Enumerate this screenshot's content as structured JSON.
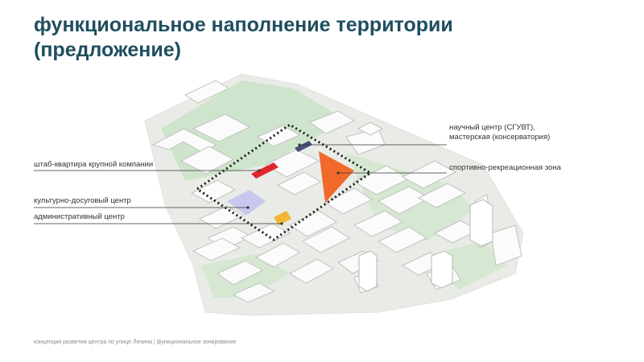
{
  "title": {
    "line1": "функциональное наполнение территории",
    "line2": "(предложение)"
  },
  "labels": {
    "science_center_line1": "научный центр (СГУВТ),",
    "science_center_line2": "мастерская (консерватория)",
    "sports_zone": "спортивно-рекреационная зона",
    "headquarters": "штаб-квартира крупной компании",
    "cultural_center": "культурно-досуговый центр",
    "admin_center": "административный центр"
  },
  "footer": "концепция развития центра по улице Ленина | функциональное зонирование",
  "colors": {
    "title": "#1f4e5f",
    "sports": "#f26a2b",
    "headquarters": "#e0262d",
    "science": "#4a4f7a",
    "cultural": "#c8c8ee",
    "admin": "#f2b636"
  }
}
